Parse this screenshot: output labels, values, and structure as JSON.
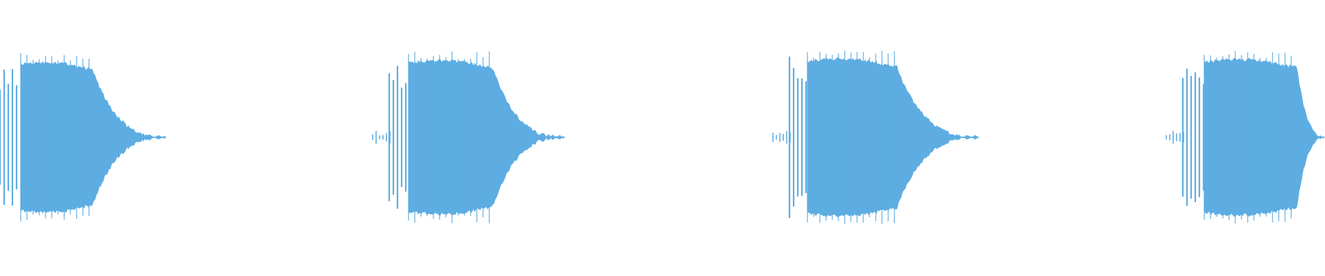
{
  "waveform": {
    "color": "#5DADE2",
    "background": "#FFFFFF",
    "amplitude_axis": {
      "min": -1.0,
      "max": 1.0
    },
    "bursts": [
      {
        "peak": 0.93,
        "clipped_at_start": true,
        "clipped_at_end": false
      },
      {
        "peak": 0.95,
        "clipped_at_start": false,
        "clipped_at_end": false
      },
      {
        "peak": 0.97,
        "clipped_at_start": false,
        "clipped_at_end": false
      },
      {
        "peak": 0.96,
        "clipped_at_start": false,
        "clipped_at_end": true
      }
    ]
  }
}
